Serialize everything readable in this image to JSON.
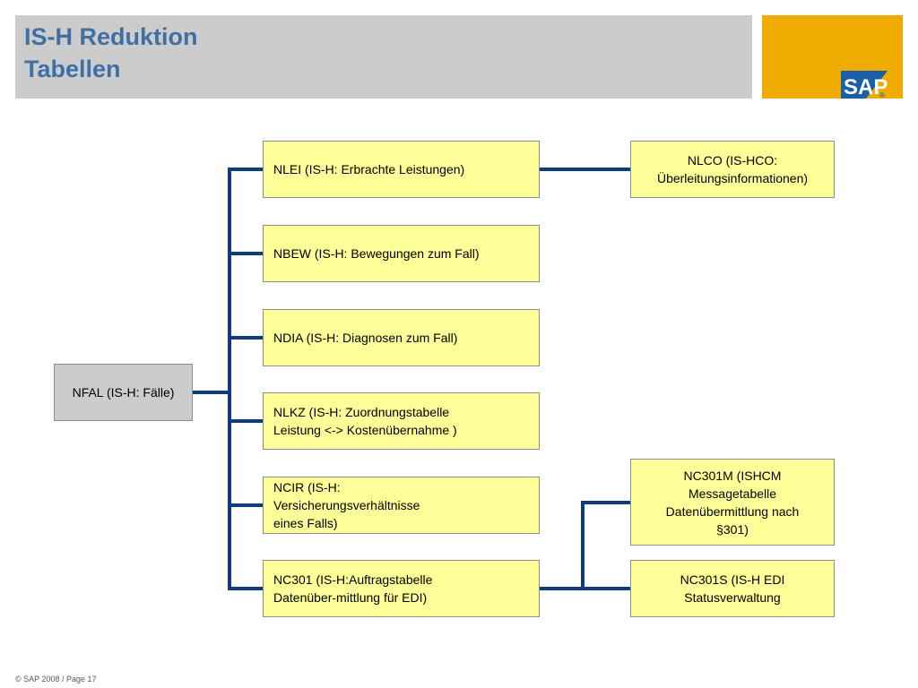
{
  "header": {
    "title_line1": "IS-H Reduktion",
    "title_line2": "Tabellen",
    "title_color": "#3f6fa5"
  },
  "logo": {
    "text": "SAP",
    "registered_mark": "®",
    "background_color": "#f0ab00",
    "mark_color": "#1a5fa8"
  },
  "diagram": {
    "root": "NFAL (IS-H: Fälle)",
    "children": [
      "NLEI (IS-H: Erbrachte Leistungen)",
      "NBEW (IS-H: Bewegungen zum Fall)",
      "NDIA (IS-H: Diagnosen zum Fall)",
      "NLKZ (IS-H: Zuordnungstabelle\nLeistung <-> Kostenübernahme )",
      "NCIR (IS-H:\nVersicherungsverhältnisse\neines Falls)",
      "NC301 (IS-H:Auftragstabelle\nDatenüber-mittlung für EDI)"
    ],
    "nlei_child": "NLCO (IS-HCO:\nÜberleitungsinformationen)",
    "nc301_children": [
      "NC301M (ISHCM\nMessagetabelle\nDatenübermittlung nach\n§301)",
      "NC301S (IS-H EDI\nStatusverwaltung"
    ],
    "connector_color": "#0f3c7c",
    "box_fill": "#ffff99",
    "root_fill": "#cccccc"
  },
  "footer": {
    "text": "© SAP 2008 / Page 17"
  }
}
